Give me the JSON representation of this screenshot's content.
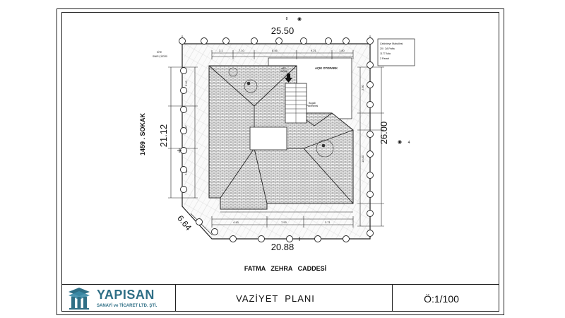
{
  "plan": {
    "dim_top": "25.50",
    "dim_left": "21.12",
    "dim_right": "26.00",
    "dim_bottom": "20.88",
    "dim_corner": "6.64",
    "street_bottom": "FATMA   ZEHRA   CADDESİ",
    "street_left": "1459 . SOKAK",
    "parking_label": "AÇIK OTOPARK",
    "apt_entrance": "APT.\nGİRİŞİ",
    "existing_trees": "Bugalli\nPinilenmesi",
    "north_marker": "8",
    "east_marker": "4",
    "info_box": [
      "Çekirdeye Mahallesi",
      "20 / 2A      Pafta",
      "1177  Ada",
      "2  Parsel"
    ]
  },
  "title_block": {
    "company": "YAPISAN",
    "company_sub": "SANAYİ ve TİCARET LTD. ŞTİ.",
    "sheet_title": "VAZİYET  PLANI",
    "scale": "Ö:1/100"
  }
}
